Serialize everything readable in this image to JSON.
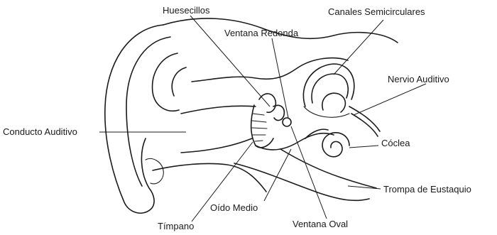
{
  "labels": {
    "huesecillos": "Huesecillos",
    "canales": "Canales Semicirculares",
    "ventana_redonda": "Ventana Redonda",
    "nervio": "Nervio Auditivo",
    "conducto": "Conducto Auditivo",
    "coclea": "Cóclea",
    "trompa": "Trompa de Eustaquio",
    "oido_medio": "Oído Medio",
    "timpano": "Tímpano",
    "ventana_oval": "Ventana Oval"
  },
  "colors": {
    "ink": "#1a1a1a",
    "background": "#ffffff"
  }
}
